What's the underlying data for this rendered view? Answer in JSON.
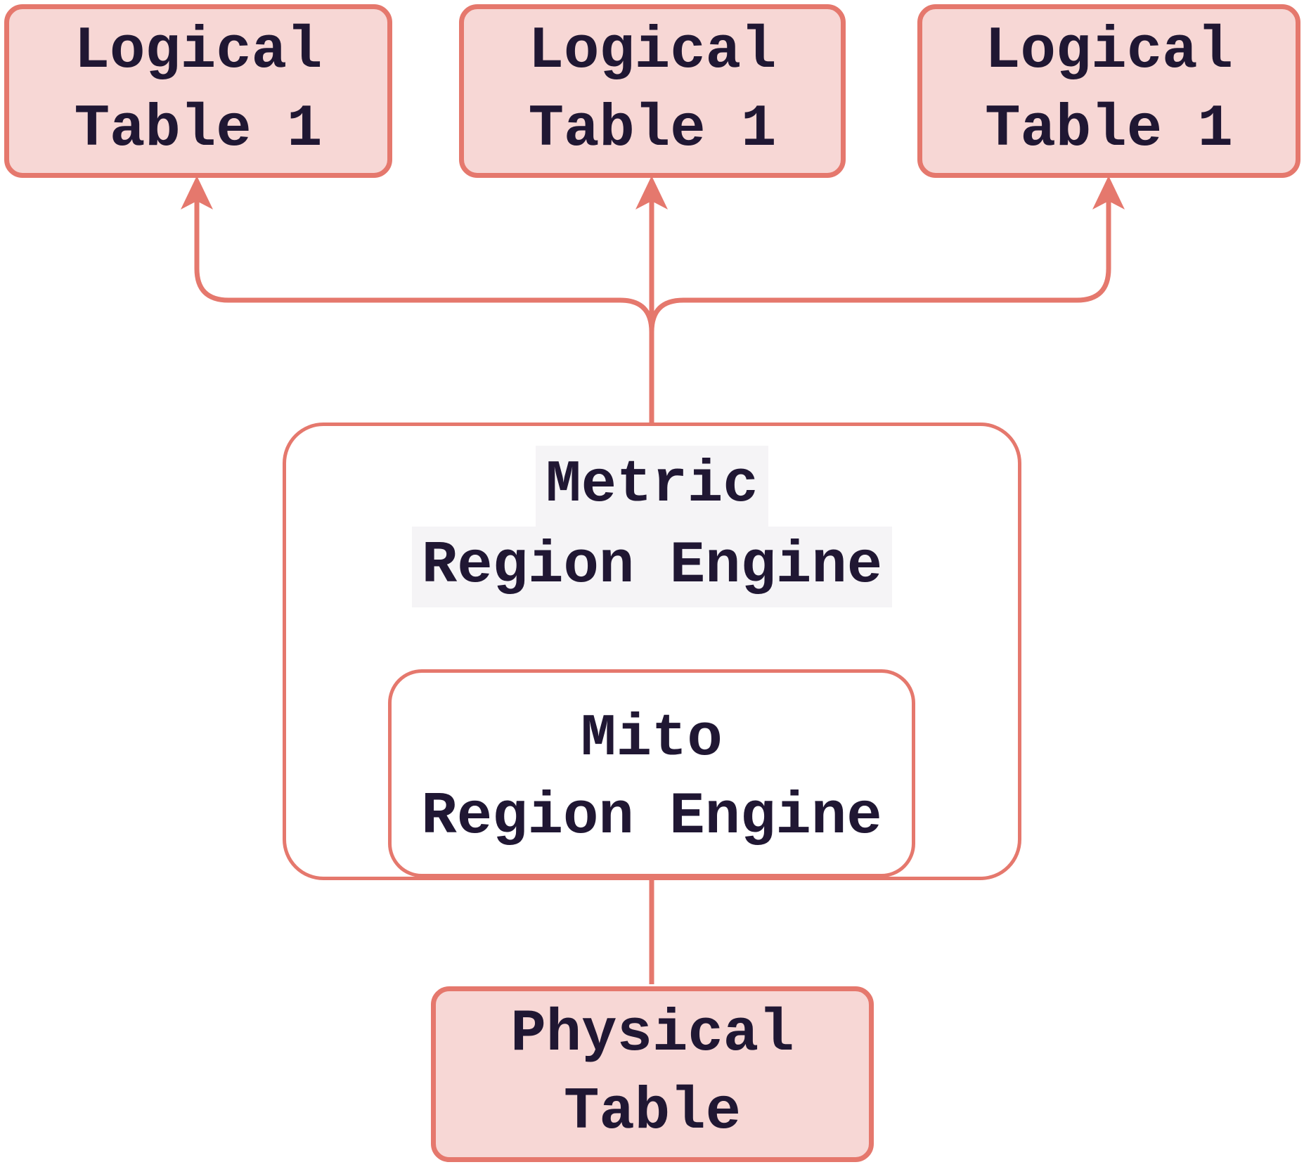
{
  "colors": {
    "canvas": "#ffffff",
    "accent": "#e5786d",
    "node_fill": "#f7d7d5",
    "text": "#201733",
    "label_highlight": "#f5f4f6"
  },
  "nodes": {
    "logical_a": {
      "line1": "Logical",
      "line2": "Table 1"
    },
    "logical_b": {
      "line1": "Logical",
      "line2": "Table 1"
    },
    "logical_c": {
      "line1": "Logical",
      "line2": "Table 1"
    },
    "metric": {
      "line1": "Metric",
      "line2": "Region Engine"
    },
    "mito": {
      "line1": "Mito",
      "line2": "Region Engine"
    },
    "physical": {
      "line1": "Physical",
      "line2": "Table"
    }
  }
}
